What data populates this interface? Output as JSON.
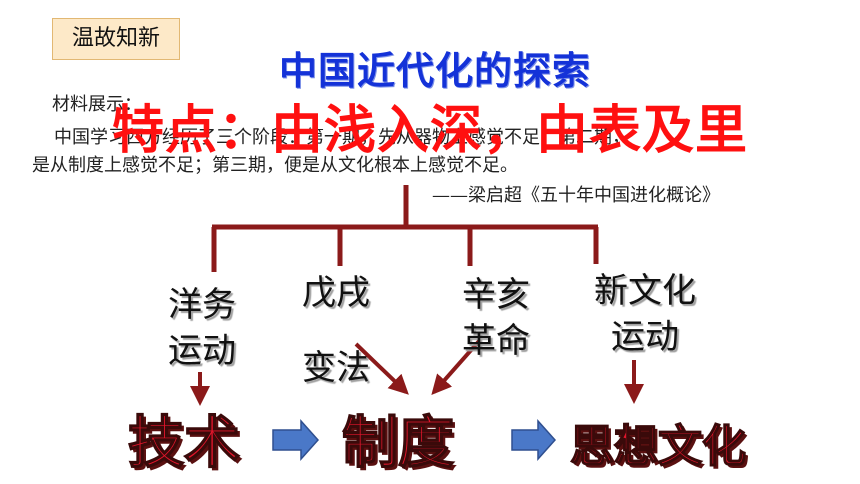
{
  "tag_label": "温故知新",
  "title": "中国近代化的探索",
  "material": {
    "label": "材料展示：",
    "line1": "中国学习西方经历了三个阶段：第一期，先从器物上感觉不足；第二期，",
    "line2": "是从制度上感觉不足；第三期，便是从文化根本上感觉不足。",
    "source": "——梁启超《五十年中国进化概论》"
  },
  "overlay_text": "特点：由浅入深，由表及里",
  "movements": [
    {
      "line1": "洋务",
      "line2": "运动"
    },
    {
      "line1": "戊戌",
      "line2": "变法"
    },
    {
      "line1": "辛亥",
      "line2": "革命"
    },
    {
      "line1": "新文化",
      "line2": "运动"
    }
  ],
  "results": [
    "技术",
    "制度",
    "思想文化"
  ],
  "colors": {
    "title": "#1432d8",
    "overlay": "#ff1010",
    "tree": "#8b1a1a",
    "result": "#e3152b",
    "flow_arrow": "#4a78c8",
    "tag_bg": "#fde9c8"
  }
}
